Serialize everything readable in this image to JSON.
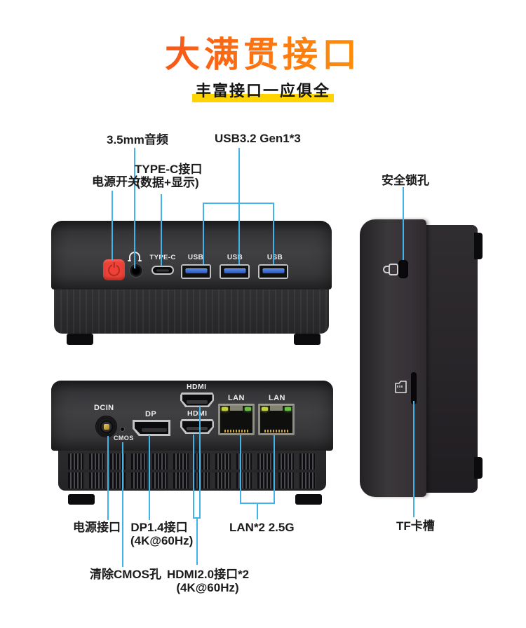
{
  "header": {
    "title": "大满贯接口",
    "subtitle": "丰富接口一应俱全"
  },
  "callouts": {
    "power_switch": "电源开关",
    "audio": "3.5mm音频",
    "typec_line1": "TYPE-C接口",
    "typec_line2": "(数据+显示)",
    "usb": "USB3.2 Gen1*3",
    "lock": "安全锁孔",
    "power_in": "电源接口",
    "dp_line1": "DP1.4接口",
    "dp_line2": "(4K@60Hz)",
    "lan": "LAN*2 2.5G",
    "cmos": "清除CMOS孔",
    "hdmi_line1": "HDMI2.0接口*2",
    "hdmi_line2": "(4K@60Hz)",
    "tf": "TF卡槽"
  },
  "front_ports": {
    "typec": "TYPE-C",
    "usb1": "USB",
    "usb2": "USB",
    "usb3": "USB"
  },
  "rear_ports": {
    "dcin": "DCIN",
    "cmos": "CMOS",
    "dp": "DP",
    "hdmi_top": "HDMI",
    "hdmi_bottom": "HDMI",
    "lan_left": "LAN",
    "lan_right": "LAN"
  },
  "colors": {
    "title_gradient_from": "#f6401c",
    "title_gradient_to": "#ffa000",
    "subtitle_highlight": "#ffd400",
    "callout_line": "#3fb3ea",
    "power_button": "#ee4238",
    "usb_tongue_blue": "#2f63cc",
    "lan_led_left": "#c3d235",
    "lan_led_right": "#67c23f"
  }
}
